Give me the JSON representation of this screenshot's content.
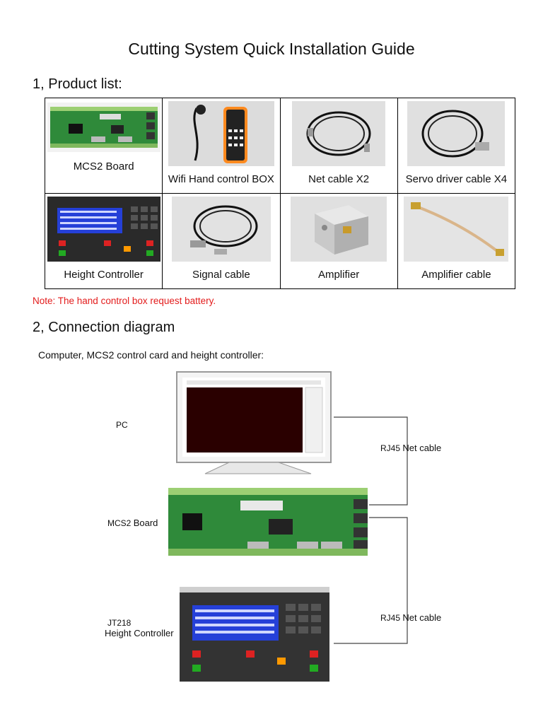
{
  "title": "Cutting System Quick Installation Guide",
  "section1": {
    "heading": "1, Product list:"
  },
  "products": [
    {
      "label": "MCS2 Board",
      "icon": "controller-board-photo"
    },
    {
      "label": "Wifi Hand control BOX",
      "icon": "hand-control-box-photo"
    },
    {
      "label": "Net cable X2",
      "icon": "net-cable-photo"
    },
    {
      "label": "Servo driver cable X4",
      "icon": "servo-cable-photo"
    },
    {
      "label": "Height Controller",
      "icon": "height-controller-photo"
    },
    {
      "label": "Signal cable",
      "icon": "signal-cable-photo"
    },
    {
      "label": "Amplifier",
      "icon": "amplifier-photo"
    },
    {
      "label": "Amplifier cable",
      "icon": "amplifier-cable-photo"
    }
  ],
  "note": "Note: The hand control box request battery.",
  "section2": {
    "heading": "2, Connection diagram",
    "subtitle": "Computer, MCS2 control card and height controller:"
  },
  "diagram": {
    "pc_label": "PC",
    "board_label_a": "MCS2",
    "board_label_b": "Board",
    "hc_label_a": "JT218",
    "hc_label_b": "Height Controller",
    "cable1_a": "RJ45",
    "cable1_b": "Net cable",
    "cable2_a": "RJ45",
    "cable2_b": "Net cable"
  },
  "colors": {
    "note": "#e31c1c",
    "board_green": "#2f8a3a",
    "lcd_blue": "#2540d8",
    "screen": "#2a0000"
  }
}
